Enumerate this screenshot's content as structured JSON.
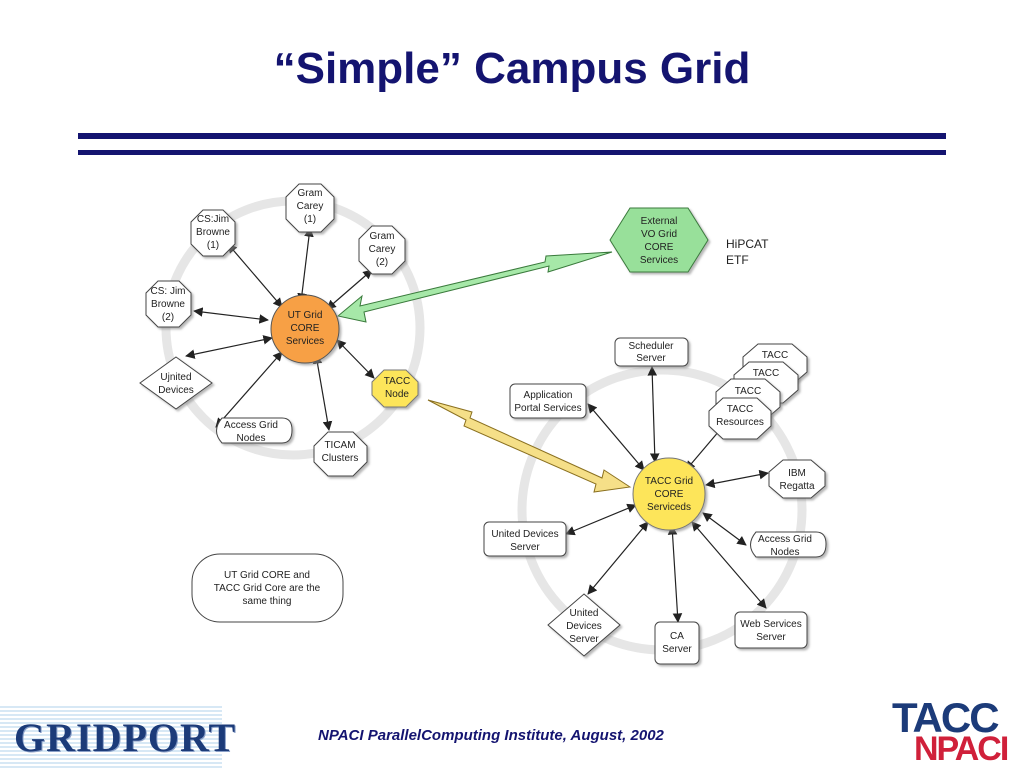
{
  "title": "“Simple” Campus Grid",
  "footer": "NPACI ParallelComputing Institute, August, 2002",
  "logos": {
    "gridport": "GRIDPORT",
    "tacc": "TACC",
    "npaci": "NPACI"
  },
  "colors": {
    "title": "#141470",
    "ut_core": "#f7a044",
    "tacc_core": "#fde55a",
    "external": "#98e09a"
  },
  "nodes": {
    "ut_core": [
      "UT Grid",
      "CORE",
      "Services"
    ],
    "gram1": [
      "Gram",
      "Carey",
      "(1)"
    ],
    "cs1": [
      "CS:Jim",
      "Browne",
      "(1)"
    ],
    "gram2": [
      "Gram",
      "Carey",
      "(2)"
    ],
    "cs2": [
      "CS: Jim",
      "Browne",
      "(2)"
    ],
    "ujinited": [
      "Ujnited",
      "Devices"
    ],
    "access_left": [
      "Access Grid",
      "Nodes"
    ],
    "ticam": [
      "TICAM",
      "Clusters"
    ],
    "tacc_node": [
      "TACC",
      "Node"
    ],
    "external": [
      "External",
      "VO Grid",
      "CORE",
      "Services"
    ],
    "hipcat": [
      "HiPCAT",
      "ETF"
    ],
    "scheduler": [
      "Scheduler",
      "Server"
    ],
    "app_portal": [
      "Application",
      "Portal Services"
    ],
    "tacc_res_1": [
      "TACC"
    ],
    "tacc_res_2": [
      "TACC"
    ],
    "tacc_res_3": [
      "TACC"
    ],
    "tacc_res_4": [
      "TACC",
      "Resources"
    ],
    "tacc_core": [
      "TACC Grid",
      "CORE",
      "Serviceds"
    ],
    "ibm": [
      "IBM",
      "Regatta"
    ],
    "united_server": [
      "United Devices",
      "Server"
    ],
    "access_right": [
      "Access Grid",
      "Nodes"
    ],
    "united_diamond": [
      "United",
      "Devices",
      "Server"
    ],
    "ca": [
      "CA",
      "Server"
    ],
    "web_services": [
      "Web Services",
      "Server"
    ],
    "note": [
      "UT Grid CORE and",
      "TACC Grid Core are the",
      "same thing"
    ]
  }
}
